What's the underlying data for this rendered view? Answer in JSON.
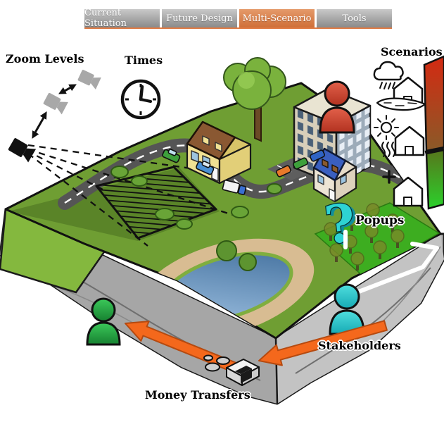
{
  "tabs": {
    "items": [
      {
        "label": "Current Situation",
        "active": false
      },
      {
        "label": "Future Design",
        "active": false
      },
      {
        "label": "Multi-Scenario",
        "active": true
      },
      {
        "label": "Tools",
        "active": false
      }
    ]
  },
  "annotations": {
    "zoom_levels": "Zoom Levels",
    "times": "Times",
    "scenarios": "Scenarios",
    "popups": "Popups",
    "stakeholders": "Stakeholders",
    "money_transfers": "Money Transfers"
  },
  "icons": {
    "question_mark_glyph": "?",
    "clock_time": "12:15",
    "names": [
      "camera-icon",
      "zoom-arrow-icon",
      "clock-icon",
      "person-icon",
      "rain-cloud-flood-house-icon",
      "sun-heat-house-icon",
      "plus-growth-house-icon",
      "scenario-gradient-bar",
      "question-mark-icon",
      "money-coins-icon",
      "money-stack-icon",
      "orange-arrow-icon",
      "white-path-arrow-icon",
      "hatched-field-icon",
      "dashed-frustum-icon"
    ]
  },
  "colors": {
    "active_tab": "#d9814e",
    "inactive_tab": "#9e9e9e",
    "tab_underline": "#e07b44",
    "scenario_bar_top": "#d42a12",
    "scenario_bar_bottom": "#2bd12b",
    "person_red": "#d14a32",
    "person_cyan": "#2fc9cd",
    "person_green": "#28a845",
    "arrow_orange": "#f4681c",
    "grass": "#6f9e33",
    "lake": "#44729f",
    "rock": "#b5b5b5"
  }
}
